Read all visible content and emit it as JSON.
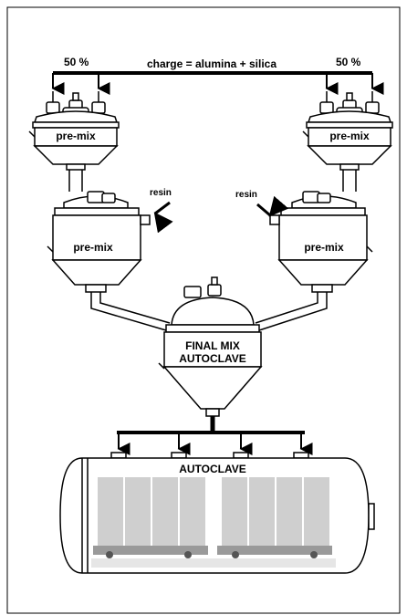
{
  "labels": {
    "left_pct": "50 %",
    "right_pct": "50 %",
    "charge": "charge = alumina + silica",
    "premix_top_left": "pre-mix",
    "premix_top_right": "pre-mix",
    "resin_left": "resin",
    "resin_right": "resin",
    "premix_mid_left": "pre-mix",
    "premix_mid_right": "pre-mix",
    "final_mix_line1": "FINAL MIX",
    "final_mix_line2": "AUTOCLAVE",
    "autoclave": "AUTOCLAVE"
  },
  "colors": {
    "line": "#000000",
    "vessel_fill": "#ffffff",
    "rack": "#cfcfcf",
    "rack_bar": "#9a9a9a",
    "floor": "#e6e6e6"
  }
}
